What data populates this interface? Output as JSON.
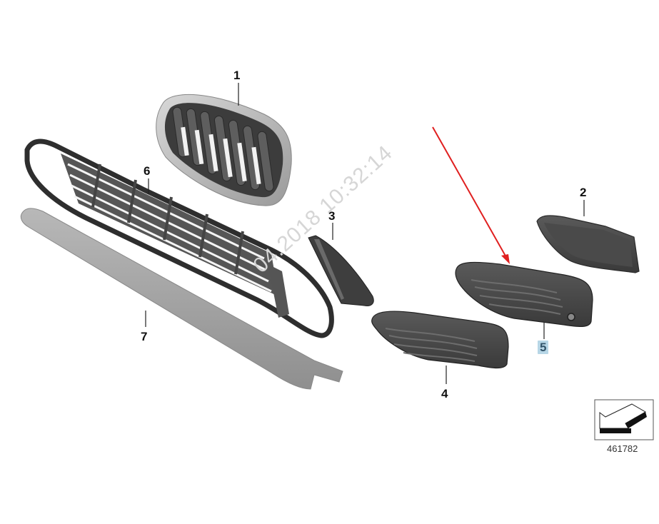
{
  "diagram": {
    "type": "parts-exploded-view",
    "subject": "Front bumper grilles and trims",
    "diagram_number": "461782",
    "watermark": "04.2018 10:32:14",
    "highlight_color": "#b7d6e6",
    "arrow_color": "#e02020",
    "callouts": [
      {
        "id": "1",
        "label": "1",
        "part": "Kidney grille",
        "highlighted": false
      },
      {
        "id": "2",
        "label": "2",
        "part": "Blanking cover",
        "highlighted": false
      },
      {
        "id": "3",
        "label": "3",
        "part": "Trim cover corner",
        "highlighted": false
      },
      {
        "id": "4",
        "label": "4",
        "part": "Side grille left",
        "highlighted": false
      },
      {
        "id": "5",
        "label": "5",
        "part": "Side grille right with hole",
        "highlighted": true
      },
      {
        "id": "6",
        "label": "6",
        "part": "Lower center grille",
        "highlighted": false
      },
      {
        "id": "7",
        "label": "7",
        "part": "Lower trim strip",
        "highlighted": false
      }
    ]
  }
}
